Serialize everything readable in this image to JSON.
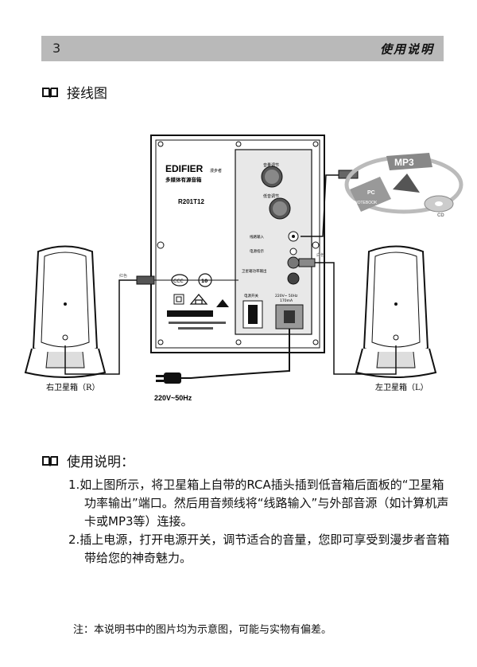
{
  "header": {
    "page_number": "3",
    "title": "使用说明"
  },
  "section_wiring": {
    "title": "接线图"
  },
  "diagram": {
    "brand": "EDIFIER",
    "brand_cn": "漫步者",
    "subtitle": "多媒体有源音箱",
    "model": "R201T12",
    "volume_label": "音量调节",
    "bass_label": "低音调节",
    "line_in_label": "线路输入",
    "power_indicator_label": "电源指示",
    "satellite_out_label": "卫星箱功率输出",
    "power_switch_label": "电源开关",
    "power_rating": "220V~ 50Hz",
    "power_current": "170mA",
    "red_label": "红色",
    "white_label": "白色",
    "right_speaker": "右卫星箱（R）",
    "left_speaker": "左卫星箱（L）",
    "voltage": "220V~50Hz",
    "device_labels": {
      "mp3": "MP3",
      "pc": "PC",
      "notebook": "NOTEBOOK",
      "cd": "CD"
    }
  },
  "section_usage": {
    "title": "使用说明："
  },
  "instructions": [
    "1.如上图所示，将卫星箱上自带的RCA插头插到低音箱后面板的“卫星箱功率输出”端口。然后用音频线将“线路输入”与外部音源（如计算机声卡或MP3等）连接。",
    "2.插上电源，打开电源开关，调节适合的音量，您即可享受到漫步者音箱带给您的神奇魅力。"
  ],
  "note": "注：本说明书中的图片均为示意图，可能与实物有偏差。"
}
